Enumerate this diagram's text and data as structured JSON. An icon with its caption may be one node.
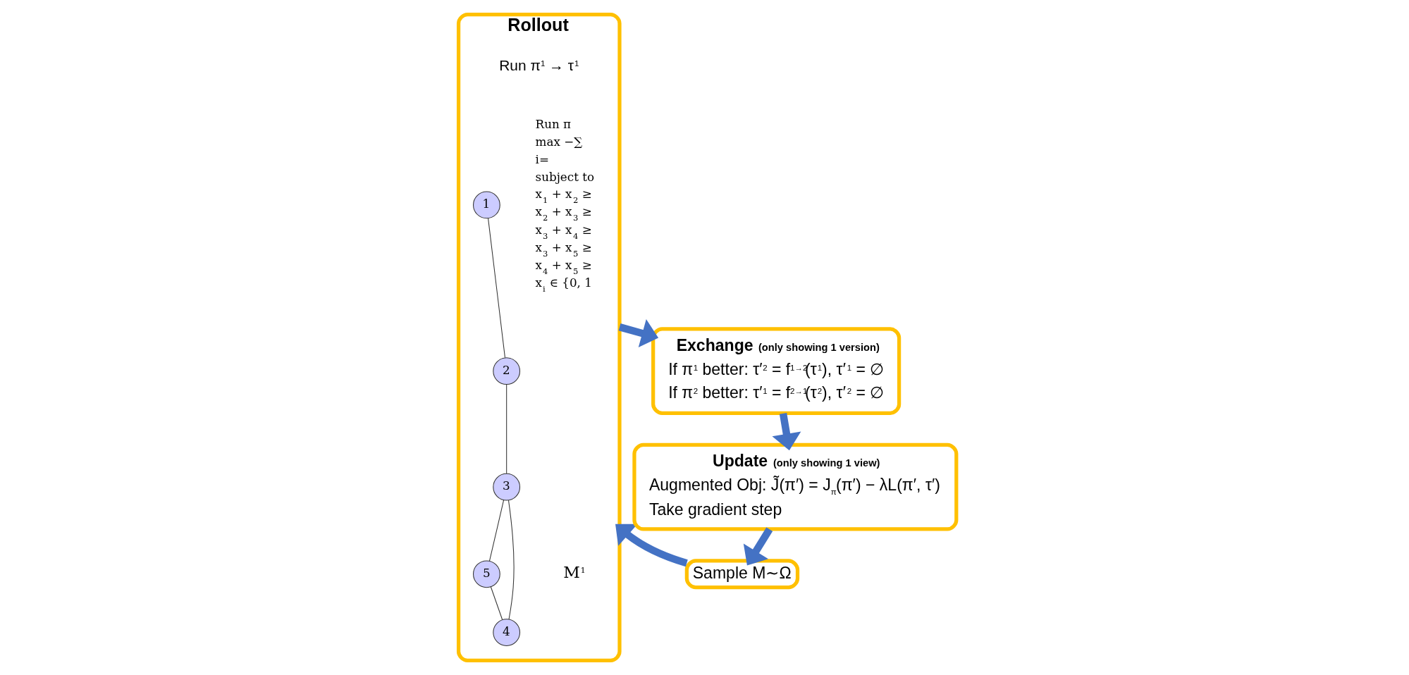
{
  "diagram": {
    "nodes": [
      {
        "text": [
          "Sample M∼Ω"
        ]
      },
      {
        "text": [
          "Rollout"
        ]
      },
      {
        "text": [
          "1"
        ],
        "in": 1
      },
      {
        "text": [
          "2"
        ],
        "in": 1
      },
      {
        "text": [
          "5"
        ],
        "in": 1
      },
      {
        "text": [
          "3"
        ],
        "in": 1
      },
      {
        "text": [
          "4"
        ],
        "in": 1
      },
      {
        "text": [
          "Update",
          "(only showing 1 view)",
          "Augmented Obj: J̃(π′) = J$_{π}$(π′) − λL(π′, τ′)",
          "Take gradient step"
        ]
      },
      {
        "text": [
          "Exchange",
          "(only showing 1 version)",
          "If π$^{1}$ better: τ′$^{2}$ = f$^{1→2}$(τ$^{1}$), τ′$^{1}$ = ∅",
          "If π$^{2}$ better: τ′$^{1}$ = f$^{2→1}$(τ$^{2}$), τ′$^{2}$ = ∅"
        ]
      }
    ],
    "edges": [
      {
        "from": 7,
        "to": 0,
        "arrow": "to",
        "style": "thick",
        "color": "#4472c4"
      },
      {
        "from": 0,
        "to": 1,
        "arrow": "to",
        "style": "thick",
        "color": "#4472c4"
      },
      {
        "from": 1,
        "to": 8,
        "arrow": "to",
        "style": "thick",
        "color": "#4472c4"
      },
      {
        "from": 8,
        "to": 7,
        "arrow": "to",
        "style": "thick",
        "color": "#4472c4"
      },
      {
        "from": 2,
        "to": 3,
        "arrow": "none"
      },
      {
        "from": 3,
        "to": 5,
        "arrow": "none"
      },
      {
        "from": 5,
        "to": 6,
        "arrow": "none"
      },
      {
        "from": 5,
        "to": 4,
        "arrow": "none"
      },
      {
        "from": 4,
        "to": 6,
        "arrow": "none"
      }
    ],
    "labels": [
      "Run π$^{1}$ → τ$^{1}$",
      "Run π",
      "max −∑",
      "i=",
      "subject to",
      "x$_{1}$ + x$_{2}$ ≥",
      "x$_{2}$ + x$_{3}$ ≥",
      "x$_{3}$ + x$_{4}$ ≥",
      "x$_{3}$ + x$_{5}$ ≥",
      "x$_{4}$ + x$_{5}$ ≥",
      "x$_{i}$ ∈ {0, 1",
      "M$^{1}$"
    ]
  }
}
